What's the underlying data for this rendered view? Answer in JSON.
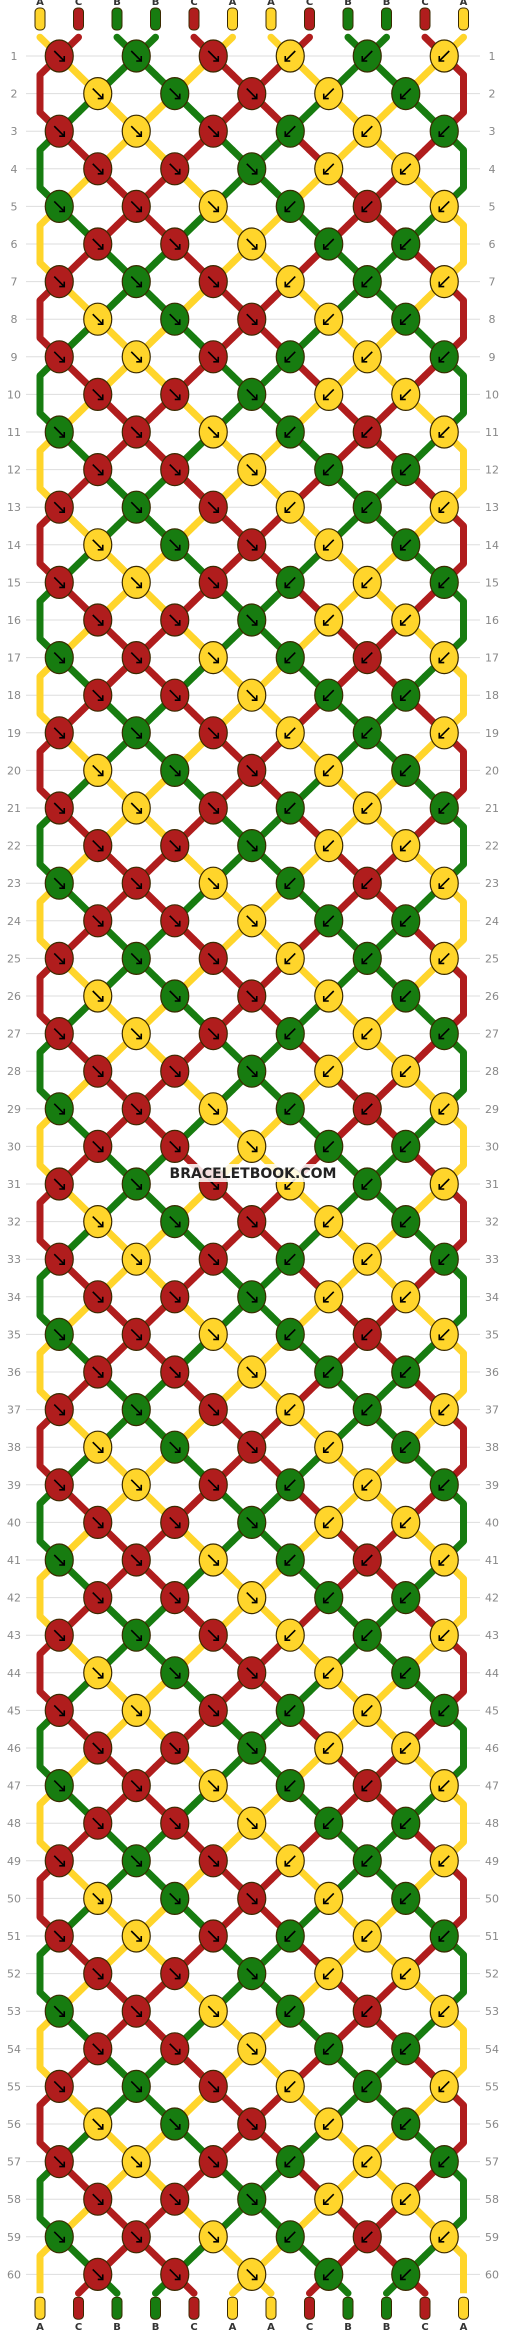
{
  "watermark": "BRACELETBOOK.COM",
  "colors": {
    "A": "#FFD52B",
    "B": "#177C10",
    "C": "#B01D1D",
    "outline": "#3A2A00",
    "grid": "#DDDDDD",
    "arrow": "#000000"
  },
  "strands_top": [
    "A",
    "C",
    "B",
    "B",
    "C",
    "A",
    "A",
    "C",
    "B",
    "B",
    "C",
    "A"
  ],
  "strands_bottom": [
    "A",
    "C",
    "B",
    "B",
    "C",
    "A",
    "A",
    "C",
    "B",
    "B",
    "C",
    "A"
  ],
  "row_count": 60,
  "row_numbers": [
    "1",
    "2",
    "3",
    "4",
    "5",
    "6",
    "7",
    "8",
    "9",
    "10",
    "11",
    "12",
    "13",
    "14",
    "15",
    "16",
    "17",
    "18",
    "19",
    "20",
    "21",
    "22",
    "23",
    "24",
    "25",
    "26",
    "27",
    "28",
    "29",
    "30",
    "31",
    "32",
    "33",
    "34",
    "35",
    "36",
    "37",
    "38",
    "39",
    "40",
    "41",
    "42",
    "43",
    "44",
    "45",
    "46",
    "47",
    "48",
    "49",
    "50",
    "51",
    "52",
    "53",
    "54",
    "55",
    "56",
    "57",
    "58",
    "59",
    "60"
  ]
}
